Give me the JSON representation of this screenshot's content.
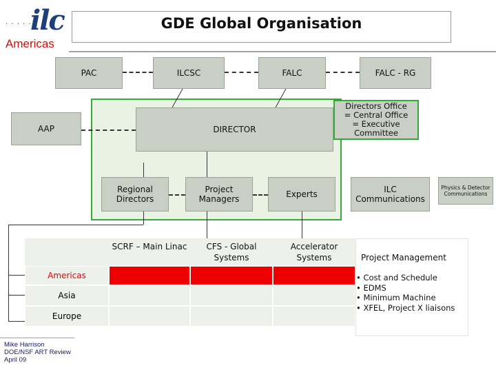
{
  "logo": {
    "dots": "· · · · ·",
    "mark": "ilc",
    "region": "Americas"
  },
  "title": "GDE Global Organisation",
  "top_boxes": {
    "pac": "PAC",
    "ilcsc": "ILCSC",
    "falc": "FALC",
    "falc_rg": "FALC - RG"
  },
  "directors_office": [
    "Directors Office",
    "= Central Office",
    "= Executive",
    "Committee"
  ],
  "aap": "AAP",
  "director": "DIRECTOR",
  "regional_directors": [
    "Regional",
    "Directors"
  ],
  "project_managers": [
    "Project",
    "Managers"
  ],
  "experts": "Experts",
  "ilc_communications": [
    "ILC",
    "Communications"
  ],
  "physics_detector": [
    "Physics & Detector",
    "Communications"
  ],
  "matrix": {
    "columns": [
      [
        "SCRF – Main Linac"
      ],
      [
        "CFS - Global",
        "Systems"
      ],
      [
        "Accelerator",
        "Systems"
      ]
    ],
    "rows": [
      {
        "label": "Americas",
        "color": "#ee0000"
      },
      {
        "label": "Asia",
        "color": "#000000"
      },
      {
        "label": "Europe",
        "color": "#000000"
      }
    ],
    "highlight_color": "#ee0000"
  },
  "project_management": {
    "title": "Project Management",
    "items": [
      "• Cost and Schedule",
      "• EDMS",
      "• Minimum Machine",
      "• XFEL, Project X liaisons"
    ]
  },
  "footer": [
    "Mike Harrison",
    "DOE/NSF ART Review",
    "April 09"
  ],
  "colors": {
    "box_fill": "#c9cfc4",
    "frame_green": "#33aa33",
    "panel_fill": "#eaf3e3",
    "logo_blue": "#1f3f7a",
    "logo_red": "#cc1111"
  }
}
